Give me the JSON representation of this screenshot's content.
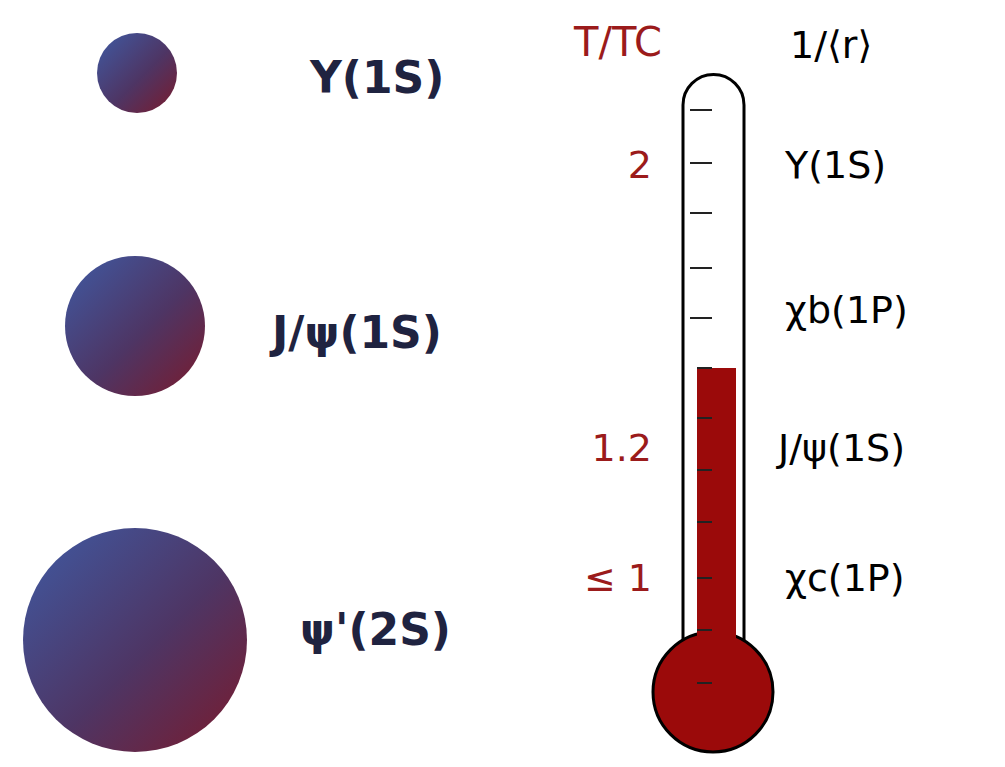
{
  "diagram": {
    "nodes": [
      {
        "text": [
          "Υ(1S)"
        ]
      },
      {
        "text": [
          "J/ψ(1S)"
        ]
      },
      {
        "text": [
          "ψ'(2S)"
        ]
      }
    ],
    "labels": [
      "T/TC",
      "2",
      "1.2",
      "≤ 1",
      "1/⟨r⟩",
      "Υ(1S)",
      "χb(1P)",
      "J/ψ(1S)",
      "χc(1P)"
    ]
  }
}
